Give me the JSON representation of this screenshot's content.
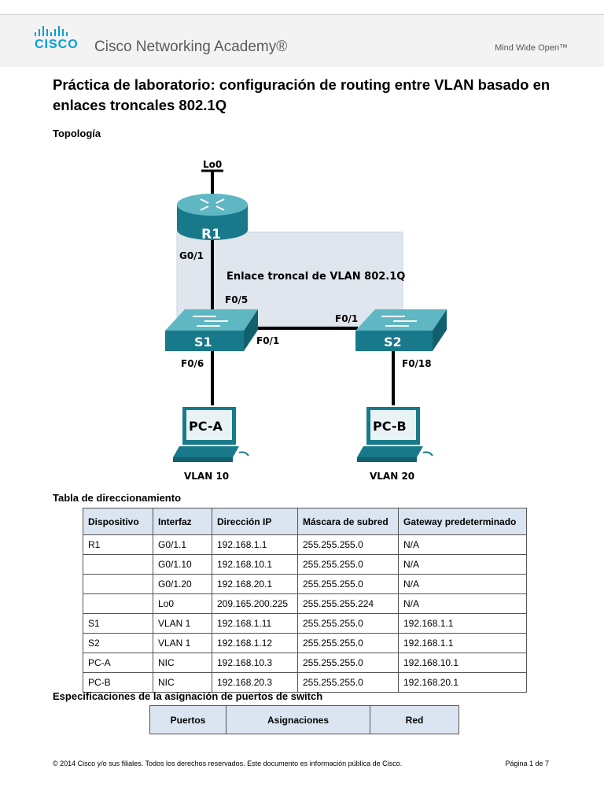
{
  "header": {
    "logo_text": "CISCO",
    "academy": "Cisco Networking Academy®",
    "tagline": "Mind Wide Open™"
  },
  "title": "Práctica de laboratorio: configuración de routing entre VLAN basado en enlaces troncales 802.1Q",
  "topology_heading": "Topología",
  "topology": {
    "router": "R1",
    "loopback": "Lo0",
    "router_port": "G0/1",
    "trunk_label": "Enlace troncal de VLAN 802.1Q",
    "s1": "S1",
    "s2": "S2",
    "s1_port_up": "F0/5",
    "s1_port_right": "F0/1",
    "s2_port_left": "F0/1",
    "s1_port_down": "F0/6",
    "s2_port_down": "F0/18",
    "pca": "PC-A",
    "pcb": "PC-B",
    "vlan_a": "VLAN 10",
    "vlan_b": "VLAN 20"
  },
  "addressing": {
    "heading": "Tabla de direccionamiento",
    "columns": [
      "Dispositivo",
      "Interfaz",
      "Dirección IP",
      "Máscara de subred",
      "Gateway predeterminado"
    ],
    "rows": [
      [
        "R1",
        "G0/1.1",
        "192.168.1.1",
        "255.255.255.0",
        "N/A"
      ],
      [
        "",
        "G0/1.10",
        "192.168.10.1",
        "255.255.255.0",
        "N/A"
      ],
      [
        "",
        "G0/1.20",
        "192.168.20.1",
        "255.255.255.0",
        "N/A"
      ],
      [
        "",
        "Lo0",
        "209.165.200.225",
        "255.255.255.224",
        "N/A"
      ],
      [
        "S1",
        "VLAN 1",
        "192.168.1.11",
        "255.255.255.0",
        "192.168.1.1"
      ],
      [
        "S2",
        "VLAN 1",
        "192.168.1.12",
        "255.255.255.0",
        "192.168.1.1"
      ],
      [
        "PC-A",
        "NIC",
        "192.168.10.3",
        "255.255.255.0",
        "192.168.10.1"
      ],
      [
        "PC-B",
        "NIC",
        "192.168.20.3",
        "255.255.255.0",
        "192.168.20.1"
      ]
    ]
  },
  "ports": {
    "heading": "Especificaciones de la asignación de puertos de switch",
    "columns": [
      "Puertos",
      "Asignaciones",
      "Red"
    ]
  },
  "footer": {
    "left": "© 2014 Cisco y/o sus filiales. Todos los derechos reservados. Este documento es información pública de Cisco.",
    "right": "Página 1 de 7"
  },
  "colors": {
    "cisco_blue": "#049fd9",
    "device_teal": "#1a8a9a",
    "table_header": "#dbe5f1",
    "trunk_area": "#dfe6ee"
  }
}
